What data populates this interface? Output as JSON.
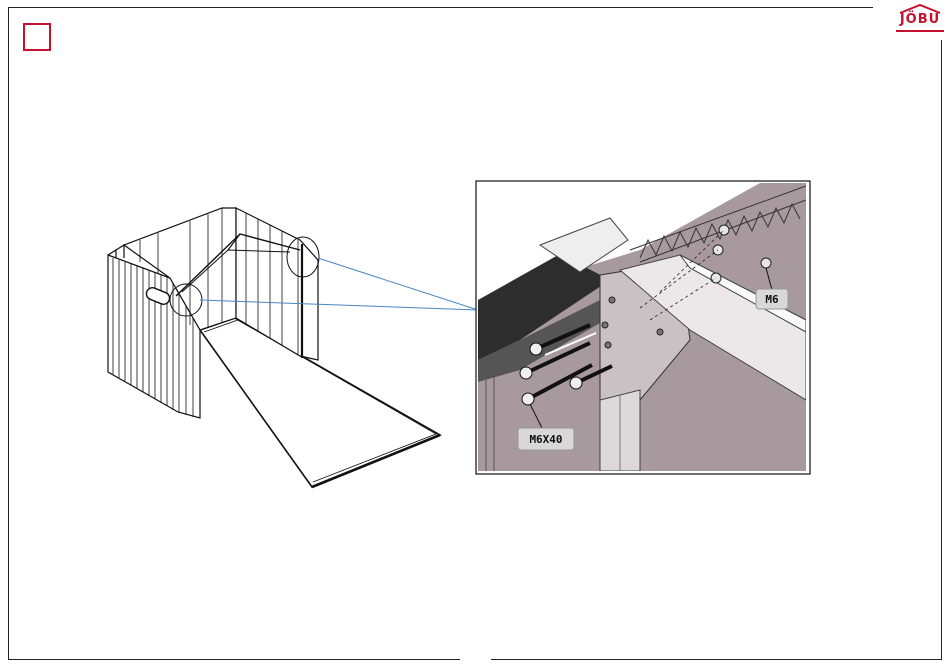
{
  "step": {
    "number": ""
  },
  "brand": {
    "name": "JÖBU"
  },
  "callouts": {
    "bolt": "M6X40",
    "nut": "M6"
  },
  "colors": {
    "brand_red": "#c8102e",
    "panel_purple": "#a8999e",
    "leader_blue": "#4a86c5"
  },
  "icons": [
    "shed-illustration",
    "bracket-detail-illustration",
    "brand-roof-icon"
  ]
}
